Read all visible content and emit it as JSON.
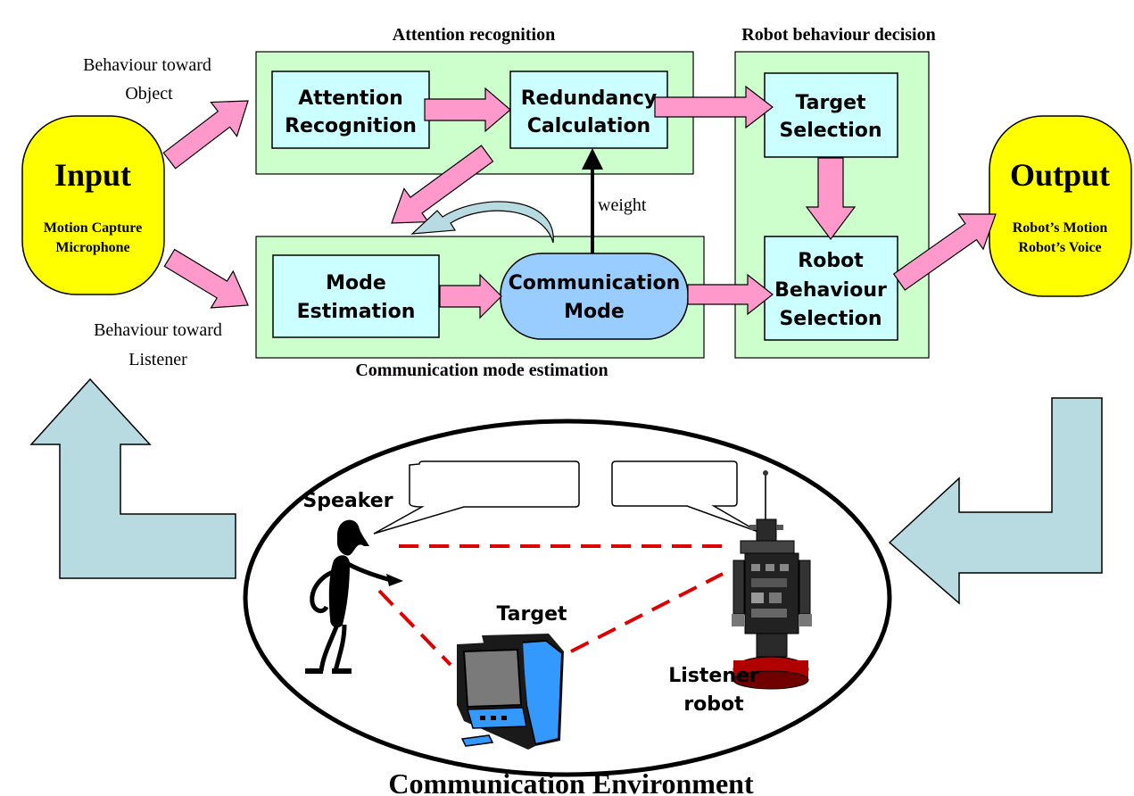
{
  "section_titles": {
    "attention": "Attention recognition",
    "robot_decision": "Robot behaviour decision",
    "mode_estimation": "Communication mode estimation",
    "environment": "Communication Environment"
  },
  "input": {
    "title": "Input",
    "line1": "Motion Capture",
    "line2": "Microphone"
  },
  "output": {
    "title": "Output",
    "line1": "Robot’s Motion",
    "line2": "Robot’s Voice"
  },
  "boxes": {
    "attention_recognition": [
      "Attention",
      "Recognition"
    ],
    "redundancy_calculation": [
      "Redundancy",
      "Calculation"
    ],
    "target_selection": [
      "Target",
      "Selection"
    ],
    "mode_estimation": [
      "Mode",
      "Estimation"
    ],
    "communication_mode": [
      "Communication",
      "Mode"
    ],
    "robot_behaviour_selection": [
      "Robot",
      "Behaviour",
      "Selection"
    ]
  },
  "arrow_labels": {
    "toward_object": [
      "Behaviour  toward",
      "Object"
    ],
    "toward_listener": [
      "Behaviour  toward",
      "Listener"
    ],
    "weight": "weight"
  },
  "scene": {
    "speaker": "Speaker",
    "target": "Target",
    "listener": [
      "Listener",
      "robot"
    ]
  },
  "colors": {
    "panel": "#ccffcc",
    "box": "#ccffff",
    "pink_arrow": "#ff99cc",
    "io": "#ffff00",
    "mode": "#99ccff",
    "big_arrow": "#b7dbe0",
    "link": "#dd0000"
  }
}
